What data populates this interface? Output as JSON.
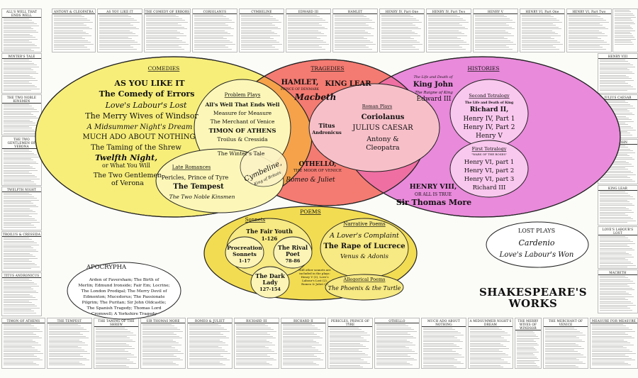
{
  "categories": {
    "comedies": "COMEDIES",
    "tragedies": "TRAGEDIES",
    "histories": "HISTORIES",
    "poems": "POEMS",
    "apocrypha": "APOCRYPHA",
    "lost_plays": "LOST PLAYS"
  },
  "comedies": {
    "items": [
      "AS YOU LIKE IT",
      "The Comedy of Errors",
      "Love's Labour's Lost",
      "The Merry Wives of Windsor",
      "A Midsummer Night's Dream",
      "MUCH ADO ABOUT NOTHING",
      "The Taming of the Shrew",
      "Twelfth Night,",
      "or What You Will",
      "The Two Gentlemen",
      "of Verona"
    ]
  },
  "problem_plays": {
    "heading": "Problem Plays",
    "items": [
      "All's Well That Ends Well",
      "Measure for Measure",
      "The Merchant of Venice",
      "TIMON OF ATHENS",
      "Troilus & Cressida",
      "The Winter's Tale"
    ]
  },
  "late_romances": {
    "heading": "Late Romances",
    "items": [
      "Pericles, Prince of Tyre",
      "The Tempest",
      "The Two Noble Kinsmen",
      "Cymbeline,",
      "King of Britain"
    ]
  },
  "tragedies": {
    "items": [
      "HAMLET,",
      "PRINCE OF DENMARK",
      "KING LEAR",
      "Macbeth",
      "OTHELLO,",
      "THE MOOR OF VENICE",
      "Romeo & Juliet",
      "Titus",
      "Andronicus"
    ]
  },
  "roman_plays": {
    "heading": "Roman Plays",
    "items": [
      "Coriolanus",
      "JULIUS CAESAR",
      "Antony &",
      "Cleopatra"
    ]
  },
  "histories": {
    "items": [
      "The Life and Death of",
      "King John",
      "The Raigne of King",
      "Edward III",
      "HENRY VIII,",
      "OR ALL IS TRUE",
      "Sir Thomas More"
    ]
  },
  "second_tetralogy": {
    "heading": "Second Tetralogy",
    "items": [
      "The Life and Death of King",
      "Richard II,",
      "Henry IV, Part 1",
      "Henry IV, Part 2",
      "Henry V"
    ]
  },
  "first_tetralogy": {
    "heading": "First Tetralogy",
    "subheading": "\"WARS OF THE ROSES\"",
    "items": [
      "Henry VI, part 1",
      "Henry VI, part 2",
      "Henry VI, part 3",
      "Richard III"
    ]
  },
  "sonnets": {
    "heading": "Sonnets",
    "items": [
      "The Fair Youth",
      "1-126",
      "Procreation",
      "Sonnets",
      "1-17",
      "The Rival",
      "Poet",
      "78-86",
      "The Dark",
      "Lady",
      "127-154"
    ],
    "note": [
      "Still other sonnets are",
      "included in the plays:",
      "Henry V (3), Love's",
      "Labour's Lost (2),",
      "Romeo & Juliet (2)"
    ]
  },
  "narrative_poems": {
    "heading": "Narrative Poems",
    "items": [
      "A Lover's Complaint",
      "The Rape of Lucrece",
      "Venus & Adonis"
    ]
  },
  "allegorical_poems": {
    "heading": "Allegorical Poems",
    "items": [
      "The Phoenix & the Turtle"
    ]
  },
  "apocrypha": {
    "lines": [
      "Arden of Faversham; The Birth of",
      "Merlin; Edmund Ironside; Fair Em; Locrine;",
      "The London Prodigal; The Merry Devil of",
      "Edmonton; Mucedorus; The Passionate",
      "Pilgrim; The Puritan; Sir John Oldcastle;",
      "The Spanish Tragedy; Thomas Lord",
      "Cromwell; A Yorkshire Tragedy"
    ]
  },
  "lost_plays": {
    "items": [
      "Cardenio",
      "Love's Labour's Won"
    ]
  },
  "title": {
    "line1": "SHAKESPEARE'S",
    "line2": "WORKS"
  },
  "play_columns": {
    "top": [
      "ALL'S WELL THAT ENDS WELL",
      "ANTONY & CLEOPATRA",
      "AS YOU LIKE IT",
      "THE COMEDY OF ERRORS",
      "CORIOLANUS",
      "CYMBELINE",
      "EDWARD III",
      "HAMLET",
      "HENRY IV, Part One",
      "HENRY IV, Part Two",
      "HENRY V",
      "HENRY VI, Part One",
      "HENRY VI, Part Two"
    ],
    "left": [
      "WINTER'S TALE",
      "THE TWO NOBLE KINSMEN",
      "THE TWO GENTLEMEN OF VERONA",
      "TWELFTH NIGHT",
      "TROILUS & CRESSIDA",
      "TITUS ANDRONICUS"
    ],
    "right": [
      "HENRY VIII",
      "JULIUS CAESAR",
      "KING JOHN",
      "KING LEAR",
      "LOVE'S LABOUR'S LOST",
      "MACBETH"
    ],
    "bottom": [
      "TIMON OF ATHENS",
      "THE TEMPEST",
      "THE TAMING OF THE SHREW",
      "SIR THOMAS MORE",
      "ROMEO & JULIET",
      "RICHARD III",
      "RICHARD II",
      "PERICLES, PRINCE OF TYRE",
      "OTHELLO",
      "MUCH ADO ABOUT NOTHING",
      "A MIDSUMMER NIGHT'S DREAM",
      "THE MERRY WIVES OF WINDSOR",
      "THE MERCHANT OF VENICE",
      "MEASURE FOR MEASURE"
    ]
  },
  "colors": {
    "comedies": "#f7ee7a",
    "tragedies": "#f47b72",
    "histories": "#e98adb",
    "poems": "#f2dc52",
    "inner_yellow": "#fcf7b8",
    "inner_pink": "#f9c8ee",
    "overlap_orange": "#f5a24a"
  }
}
